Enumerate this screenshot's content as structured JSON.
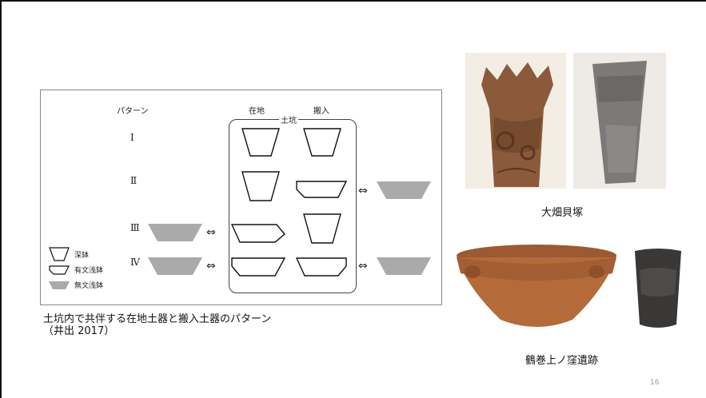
{
  "diagram": {
    "pattern_header": "パターン",
    "zaichi_header": "在地",
    "hannyu_header": "搬入",
    "group_label": "土坑",
    "rows": [
      {
        "numeral": "Ⅰ"
      },
      {
        "numeral": "Ⅱ"
      },
      {
        "numeral": "Ⅲ"
      },
      {
        "numeral": "Ⅳ"
      }
    ],
    "arrow_symbol": "⇔",
    "legend": [
      {
        "label": "深鉢",
        "shape": "deep-bowl-outline"
      },
      {
        "label": "有文浅鉢",
        "shape": "decorated-shallow-bowl-outline"
      },
      {
        "label": "無文浅鉢",
        "shape": "plain-shallow-bowl-filled"
      }
    ]
  },
  "caption": {
    "line1": "土坑内で共伴する在地土器と搬入土器のパターン",
    "line2": "（井出 2017）"
  },
  "photos": {
    "top_label": "大畑貝塚",
    "bottom_label": "鶴巻上ノ窪遺跡"
  },
  "page_number": "16"
}
